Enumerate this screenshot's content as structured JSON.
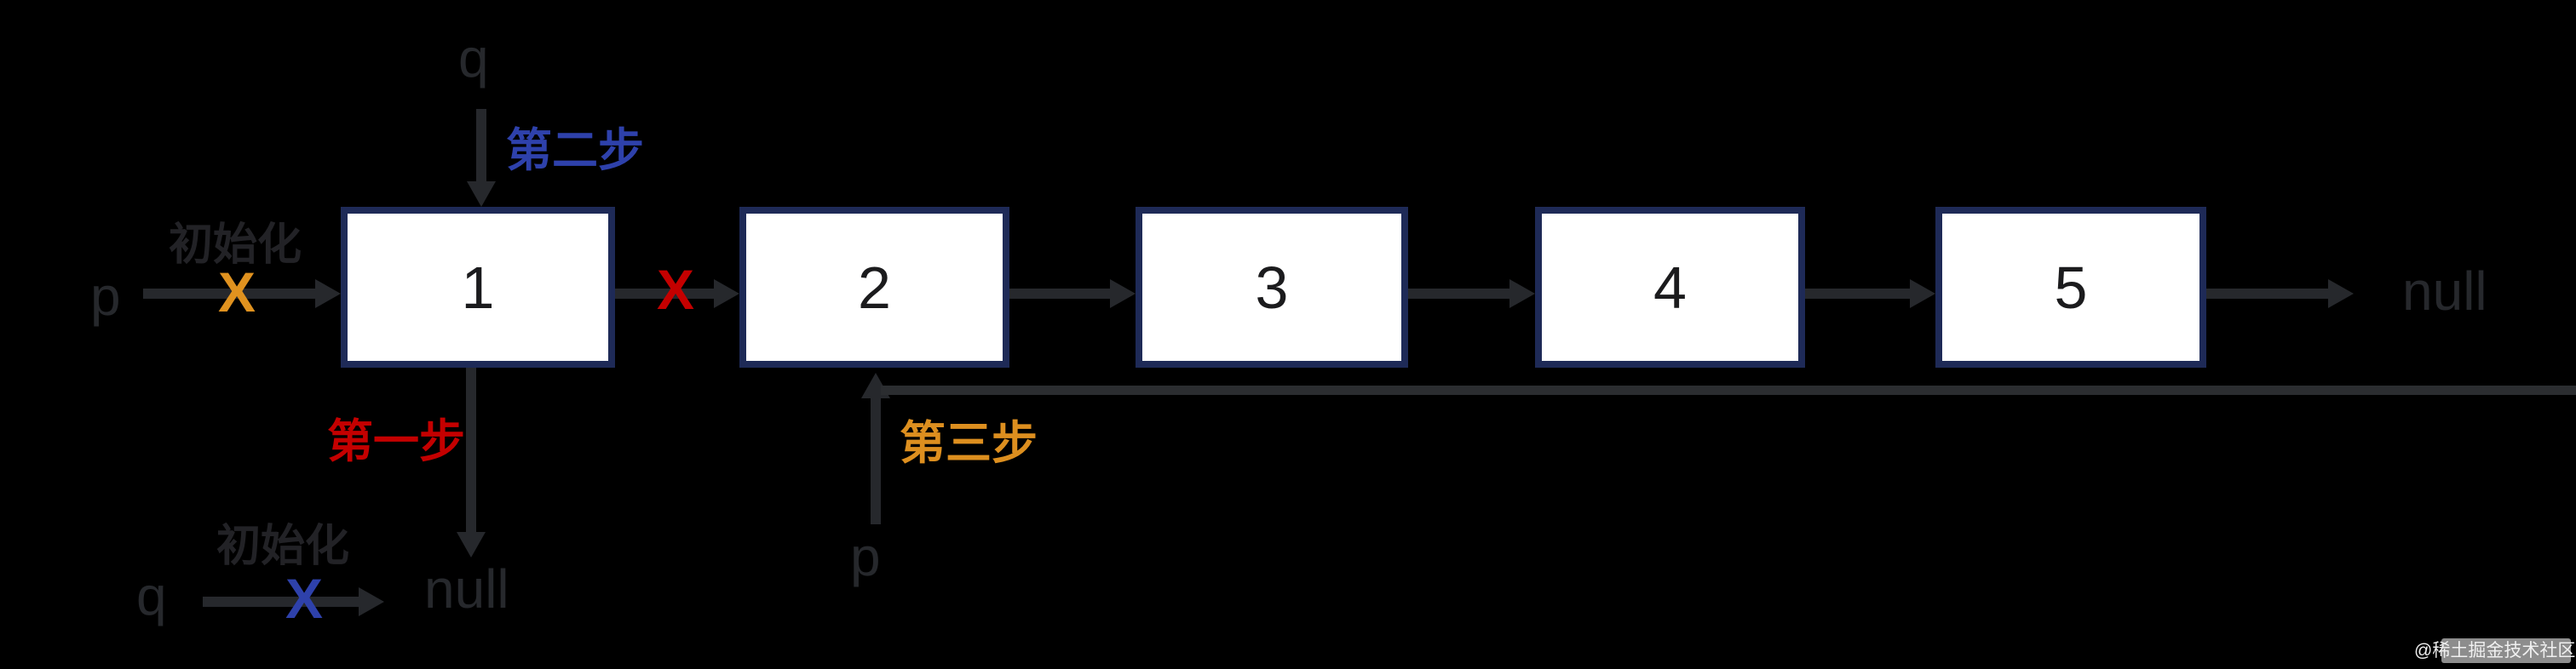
{
  "colors": {
    "background": "#000000",
    "node_fill": "#ffffff",
    "node_border": "#1e2a57",
    "line": "#26282c",
    "step1_red": "#c40000",
    "step2_blue": "#2e41ab",
    "step3_orange": "#dd8f1f",
    "init_label": "#222226",
    "watermark_bg": "#8d8d8d",
    "watermark_text": "#f0f0f0"
  },
  "list": {
    "nodes": [
      {
        "value": "1"
      },
      {
        "value": "2"
      },
      {
        "value": "3"
      },
      {
        "value": "4"
      },
      {
        "value": "5"
      }
    ],
    "tail_label": "null"
  },
  "pointers": {
    "p_initial": "p",
    "q_step2": "q",
    "q_initial": "q",
    "p_step3": "p"
  },
  "annotations": {
    "step1": "第一步",
    "step2": "第二步",
    "step3": "第三步",
    "p_init_label": "初始化",
    "q_init_label": "初始化",
    "bottom_null": "null",
    "cross_glyph": "X"
  },
  "watermark": "@稀土掘金技术社区"
}
